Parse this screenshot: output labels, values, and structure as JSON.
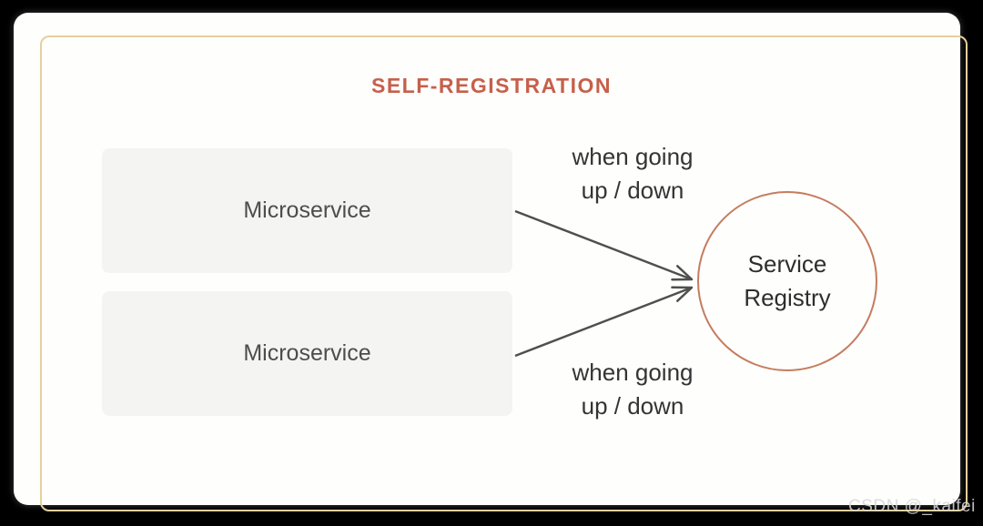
{
  "diagram": {
    "title": "SELF-REGISTRATION",
    "boxes": [
      {
        "label": "Microservice"
      },
      {
        "label": "Microservice"
      }
    ],
    "registry": {
      "line1": "Service",
      "line2": "Registry"
    },
    "edge_labels": [
      {
        "line1": "when going",
        "line2": "up / down"
      },
      {
        "line1": "when going",
        "line2": "up / down"
      }
    ]
  },
  "colors": {
    "background": "#000000",
    "card": "#fefefd",
    "frame_border": "#e3d09c",
    "accent_title": "#c6604a",
    "box_fill": "#f4f4f2",
    "box_text": "#4d4d4d",
    "circle_stroke": "#c57c5e",
    "arrow": "#4f4f4f"
  },
  "watermark": "CSDN @_kaifei"
}
